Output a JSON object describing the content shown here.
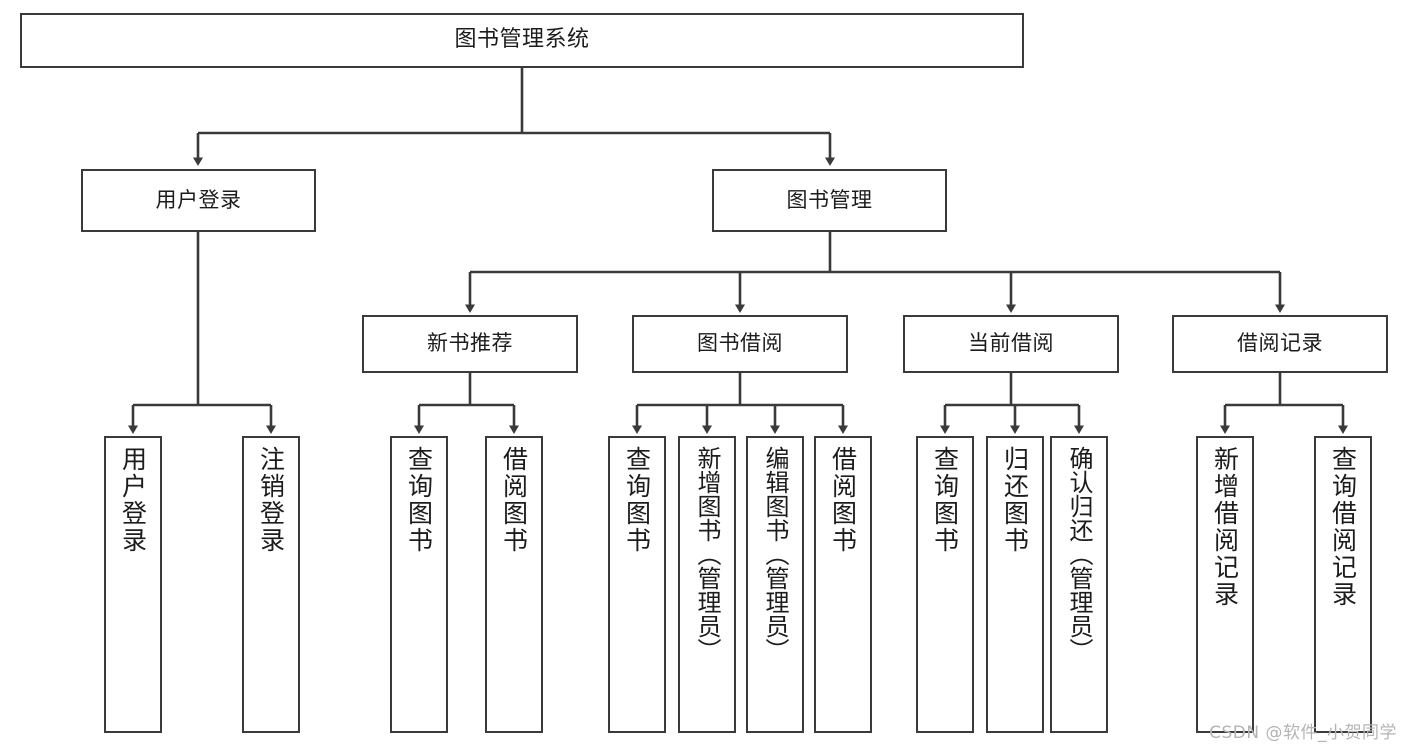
{
  "diagram": {
    "type": "tree-hierarchy-chart",
    "title": "图书管理系统",
    "orientation": "top-down",
    "line_color": "#3a3a3a",
    "box_fill": "#ffffff",
    "text_color": "#1c1c1c"
  },
  "watermark": {
    "text": "CSDN @软件_小贺同学",
    "color": "#b4b4b4"
  },
  "nodes": {
    "root": {
      "label": "图书管理系统"
    },
    "level2": [
      {
        "label": "用户登录"
      },
      {
        "label": "图书管理"
      }
    ],
    "level3": [
      {
        "label": "新书推荐"
      },
      {
        "label": "图书借阅"
      },
      {
        "label": "当前借阅"
      },
      {
        "label": "借阅记录"
      }
    ],
    "leaves": {
      "user_login": [
        {
          "label": "用户登录"
        },
        {
          "label": "注销登录"
        }
      ],
      "new_book": [
        {
          "label": "查询图书"
        },
        {
          "label": "借阅图书"
        }
      ],
      "book_borrow": [
        {
          "label": "查询图书"
        },
        {
          "label": "新增图书（管理员）"
        },
        {
          "label": "编辑图书（管理员）"
        },
        {
          "label": "借阅图书"
        }
      ],
      "current_borrow": [
        {
          "label": "查询图书"
        },
        {
          "label": "归还图书"
        },
        {
          "label": "确认归还（管理员）"
        }
      ],
      "borrow_record": [
        {
          "label": "新增借阅记录"
        },
        {
          "label": "查询借阅记录"
        }
      ]
    }
  }
}
